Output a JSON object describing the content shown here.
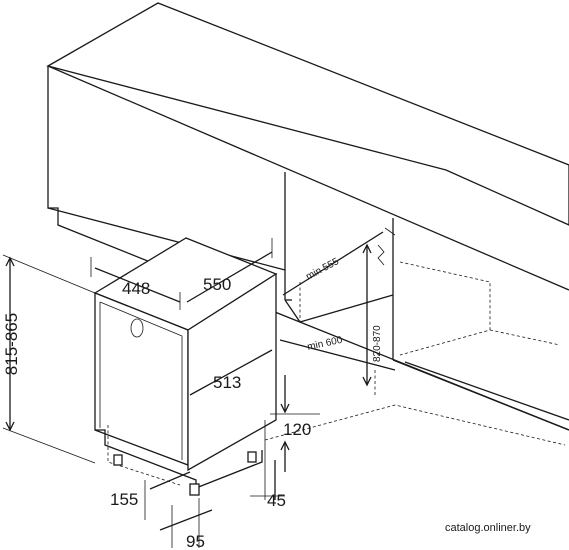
{
  "dimensions": {
    "height_range": "815-865",
    "width": "448",
    "depth": "550",
    "door_depth": "513",
    "plinth_height": "120",
    "foot_height": "45",
    "plinth_setback": "155",
    "foot_offset": "95",
    "niche_depth": "min 555",
    "niche_floor_depth": "min 600",
    "niche_height": "820-870"
  },
  "watermark": "catalog.onliner.by"
}
